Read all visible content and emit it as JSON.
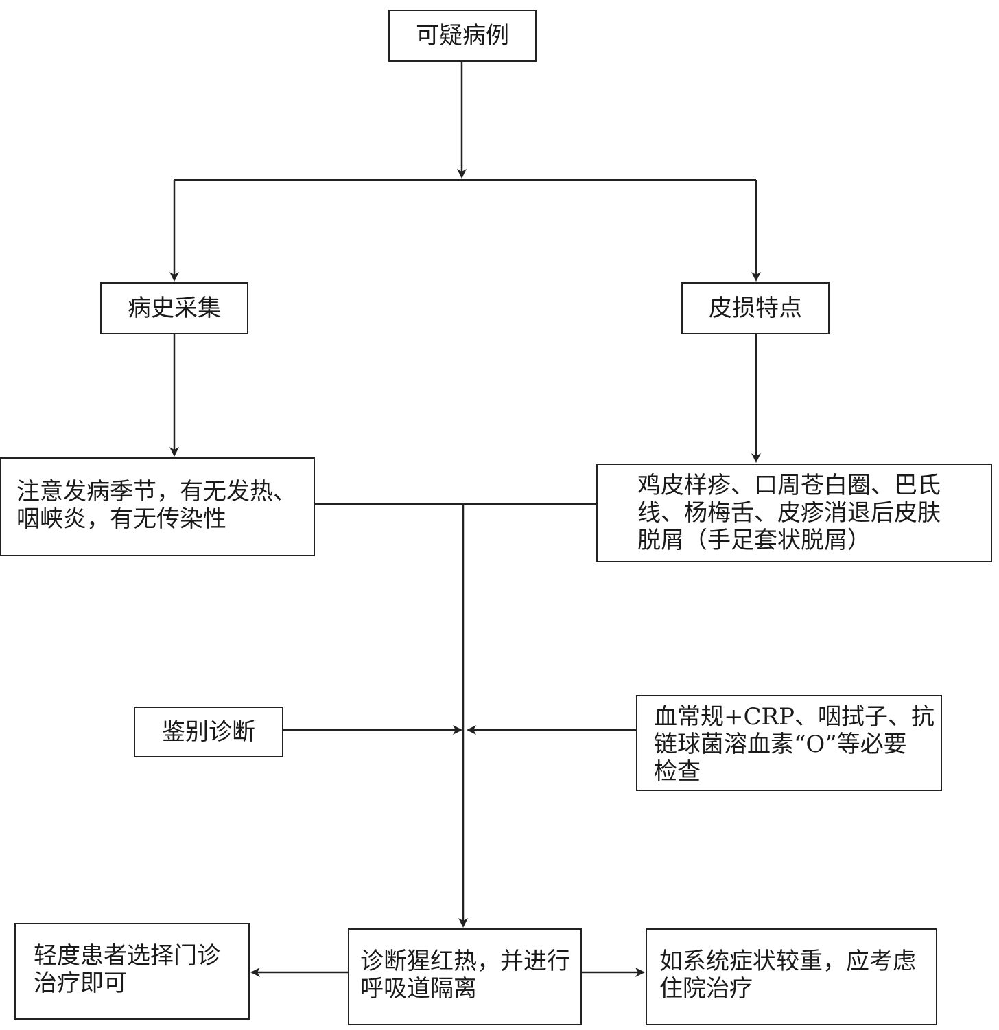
{
  "nodes": {
    "start": "可疑病例",
    "history": "病史采集",
    "skin": "皮损特点",
    "history_detail": "注意发病季节，有无发热、\n咽峡炎，有无传染性",
    "skin_detail": "鸡皮样疹、口周苍白圈、巴氏\n线、杨梅舌、皮疹消退后皮肤\n脱屑（手足套状脱屑）",
    "differential": "鉴别诊断",
    "tests": "血常规+CRP、咽拭子、抗\n链球菌溶血素“O”等必要\n检查",
    "diagnosis": "诊断猩红热，并进行\n呼吸道隔离",
    "mild": "轻度患者选择门诊\n治疗即可",
    "severe": "如系统症状较重，应考虑\n住院治疗"
  },
  "colors": {
    "line": "#222222",
    "box_border": "#222222",
    "background": "#ffffff"
  }
}
